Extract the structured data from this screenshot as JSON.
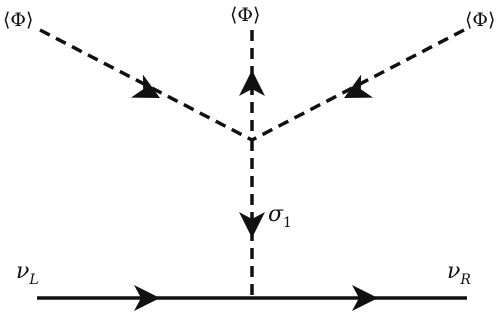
{
  "diagram": {
    "vev_top_left": {
      "open": "⟨",
      "phi": "Φ",
      "close": "⟩"
    },
    "vev_top_center": {
      "open": "⟨",
      "phi": "Φ",
      "close": "⟩"
    },
    "vev_top_right": {
      "open": "⟨",
      "phi": "Φ",
      "close": "⟩"
    },
    "sigma": {
      "symbol": "σ",
      "index": "1"
    },
    "nu_left": {
      "symbol": "ν",
      "index": "L"
    },
    "nu_right": {
      "symbol": "ν",
      "index": "R"
    }
  },
  "colors": {
    "line": "#111111",
    "background": "#ffffff"
  }
}
